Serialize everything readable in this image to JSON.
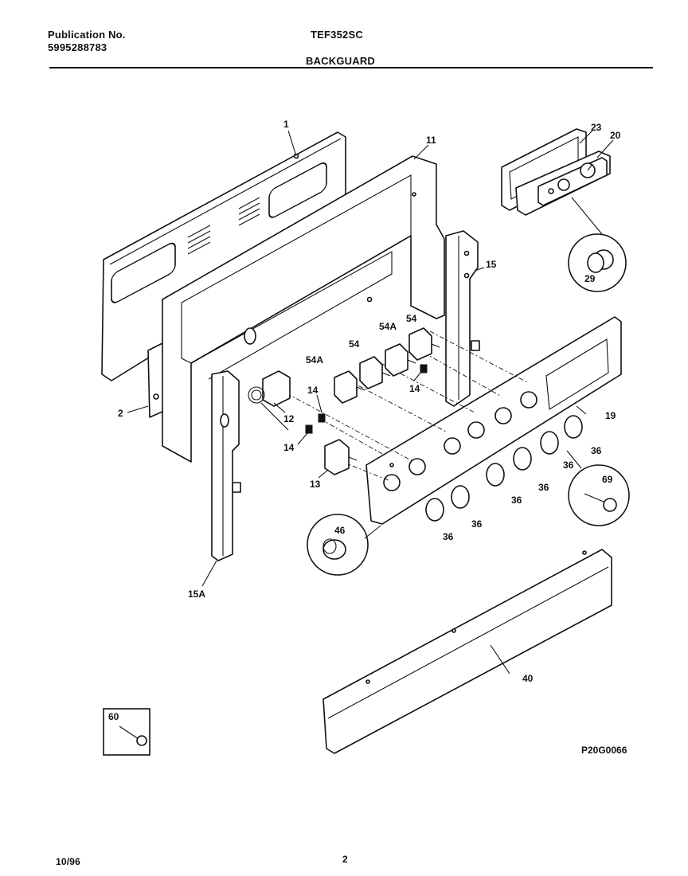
{
  "header": {
    "publication_label": "Publication No.",
    "publication_number": "5995288783",
    "model": "TEF352SC",
    "section": "BACKGUARD"
  },
  "footer": {
    "date": "10/96",
    "page": "2"
  },
  "diagram_code": "P20G0066",
  "callouts": {
    "c1": "1",
    "c2": "2",
    "c11": "11",
    "c12": "12",
    "c13": "13",
    "c14a": "14",
    "c14b": "14",
    "c14c": "14",
    "c15": "15",
    "c15a": "15A",
    "c19": "19",
    "c20": "20",
    "c23": "23",
    "c29": "29",
    "c36a": "36",
    "c36b": "36",
    "c36c": "36",
    "c36d": "36",
    "c36e": "36",
    "c36f": "36",
    "c40": "40",
    "c46": "46",
    "c54a": "54",
    "c54b": "54",
    "c54aa": "54A",
    "c54ab": "54A",
    "c60": "60",
    "c69": "69"
  }
}
